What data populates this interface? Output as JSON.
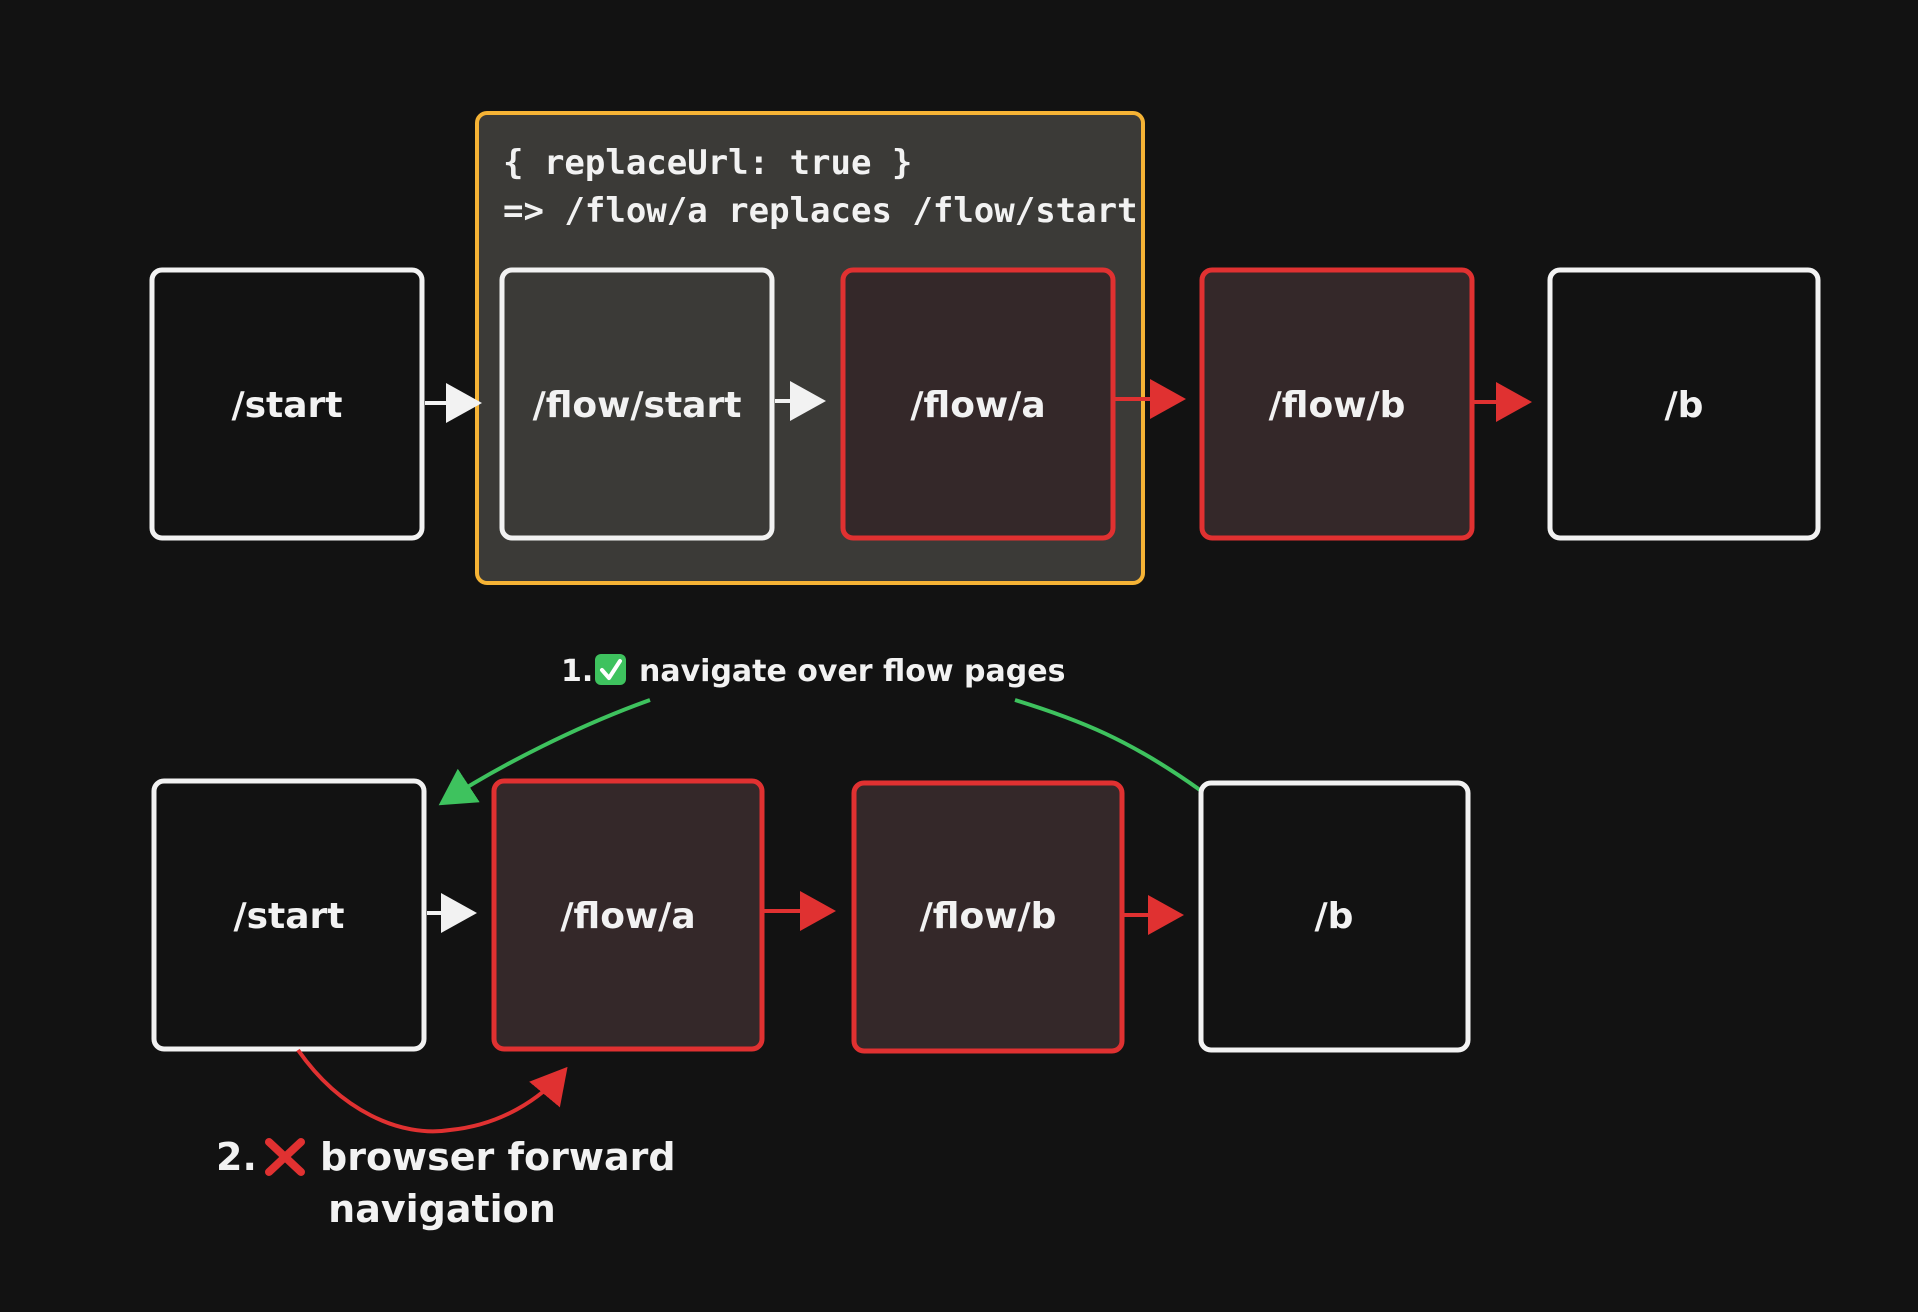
{
  "colors": {
    "background": "#121212",
    "white_border": "#f2f2f2",
    "red_border": "#e03131",
    "red_fill": "#342829",
    "group_border": "#f5b335",
    "group_fill": "#3b3a37",
    "green_arrow": "#3ec25e",
    "red_arrow": "#e03131",
    "white_arrow": "#f2f2f2"
  },
  "top_flow": {
    "group_caption_line1": "{ replaceUrl: true }",
    "group_caption_line2": "=> /flow/a replaces /flow/start",
    "nodes": [
      {
        "label": "/start"
      },
      {
        "label": "/flow/start"
      },
      {
        "label": "/flow/a"
      },
      {
        "label": "/flow/b"
      },
      {
        "label": "/b"
      }
    ]
  },
  "bottom_flow": {
    "nodes": [
      {
        "label": "/start"
      },
      {
        "label": "/flow/a"
      },
      {
        "label": "/flow/b"
      },
      {
        "label": "/b"
      }
    ],
    "annotation_1": {
      "number": "1.",
      "icon": "check-mark-icon",
      "text": "navigate over flow pages"
    },
    "annotation_2": {
      "number": "2.",
      "icon": "cross-mark-icon",
      "text_line1": "browser forward",
      "text_line2": "navigation"
    }
  }
}
